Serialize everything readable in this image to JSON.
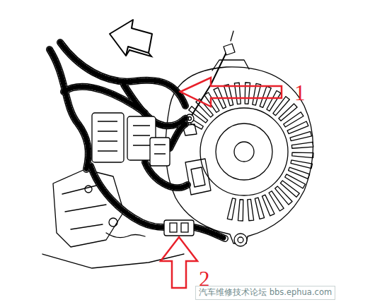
{
  "diagram": {
    "labels": [
      "1",
      "2",
      "汽车维修技术论坛 bbs.ephua.com"
    ]
  }
}
